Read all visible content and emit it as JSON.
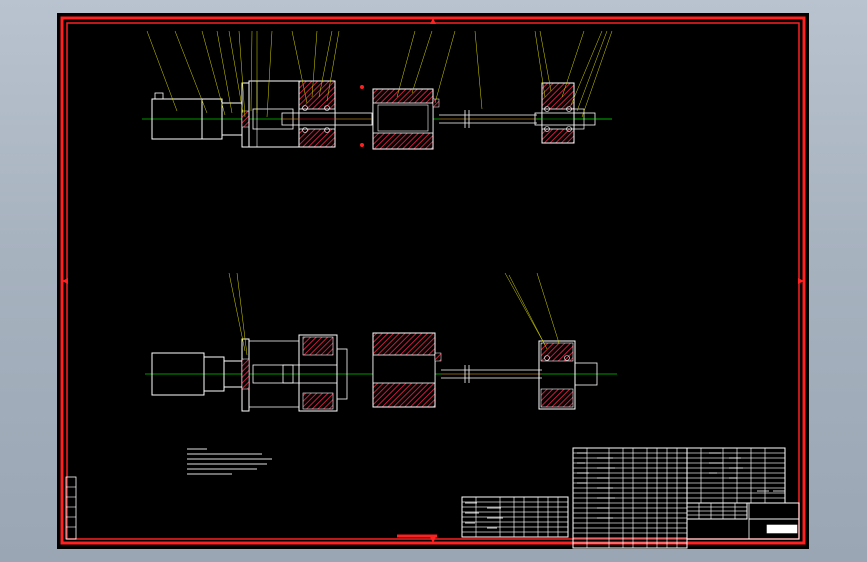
{
  "app": {
    "drawing_name": "assembly-drawing"
  },
  "colors": {
    "frame": "#ff2020",
    "outline": "#ffffff",
    "hatch": "#c81e3c",
    "leader": "#d8d800",
    "centerline": "#00c800",
    "background": "#000000",
    "chrome": "#a9b4c1"
  },
  "icons": {
    "sheet-border": "rectangle-frame",
    "center-marks": "triangle-marker",
    "title-block": "grid-table"
  }
}
